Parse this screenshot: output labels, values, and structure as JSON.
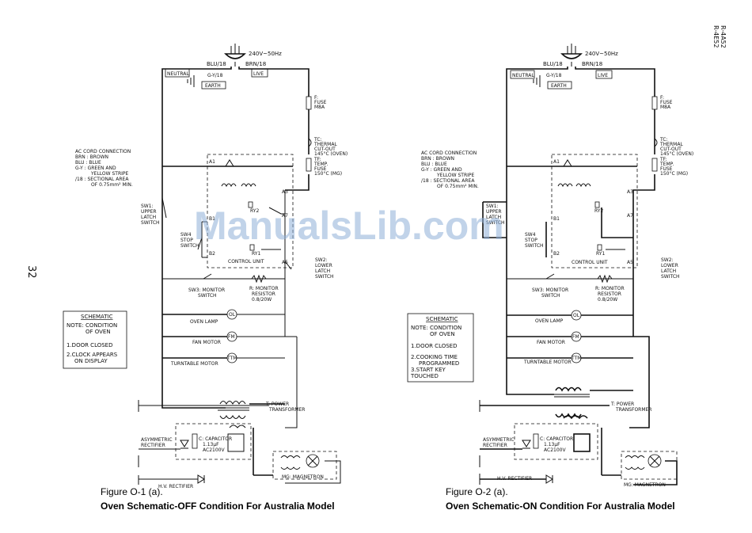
{
  "page": {
    "page_number": "32",
    "model_header": [
      "R-4A52",
      "R-4E52"
    ],
    "watermark": "ManualsLib.com"
  },
  "common": {
    "supply": "240V~50Hz",
    "blu18": "BLU/18",
    "brn18": "BRN/18",
    "gy18": "G-Y/18",
    "neutral": "NEUTRAL",
    "live": "LIVE",
    "earth": "EARTH",
    "fuse": [
      "F:",
      "FUSE",
      "M8A"
    ],
    "tc": [
      "TC:",
      "THERMAL",
      "CUT-OUT",
      "145°C (OVEN)"
    ],
    "tf": [
      "TF:",
      "TEMP.",
      "FUSE",
      "150°C (MG)"
    ],
    "ac_cord": [
      "AC CORD CONNECTION",
      "BRN : BROWN",
      "BLU : BLUE",
      "G-Y : GREEN AND",
      "YELLOW STRIPE",
      "/18 : SECTIONAL AREA",
      "OF 0.75mm² MIN."
    ],
    "sw1": [
      "SW1:",
      "UPPER",
      "LATCH",
      "SWITCH"
    ],
    "sw4": [
      "SW4",
      "STOP",
      "SWITCH"
    ],
    "sw2": [
      "SW2:",
      "LOWER",
      "LATCH",
      "SWITCH"
    ],
    "sw3": [
      "SW3: MONITOR",
      "SWITCH"
    ],
    "resistor": [
      "R: MONITOR",
      "RESISTOR",
      "0.8/20W"
    ],
    "control_unit": "CONTROL UNIT",
    "oven_lamp": "OVEN LAMP",
    "fan_motor": "FAN MOTOR",
    "turntable_motor": "TURNTABLE MOTOR",
    "power_transformer": [
      "T: POWER",
      "TRANSFORMER"
    ],
    "asym_rectifier": [
      "ASYMMETRIC",
      "RECTIFIER"
    ],
    "capacitor": [
      "C: CAPACITOR",
      "1.13µF",
      "AC2100V"
    ],
    "hv_rectifier": "H.V. RECTIFIER",
    "magnetron": "MG: MAGNETRON",
    "ol": "OL",
    "fm": "FM",
    "ttm": "TTM",
    "terminals": [
      "A1",
      "A3",
      "A7",
      "A5",
      "B1",
      "B2",
      "RY2",
      "RY1"
    ]
  },
  "left_figure": {
    "schematic_title": "SCHEMATIC",
    "note": [
      "NOTE: CONDITION",
      "OF OVEN"
    ],
    "items": [
      "1.DOOR CLOSED",
      "2.CLOCK APPEARS",
      "ON DISPLAY"
    ],
    "caption_line1": "Figure O-1 (a).",
    "caption_line2": "Oven Schematic-OFF Condition For Australia Model"
  },
  "right_figure": {
    "schematic_title": "SCHEMATIC",
    "note": [
      "NOTE: CONDITION",
      "OF OVEN"
    ],
    "items": [
      "1.DOOR CLOSED",
      "2.COOKING TIME",
      "PROGRAMMED",
      "3.START KEY",
      "TOUCHED"
    ],
    "caption_line1": "Figure O-2 (a).",
    "caption_line2": "Oven Schematic-ON Condition For Australia Model"
  }
}
